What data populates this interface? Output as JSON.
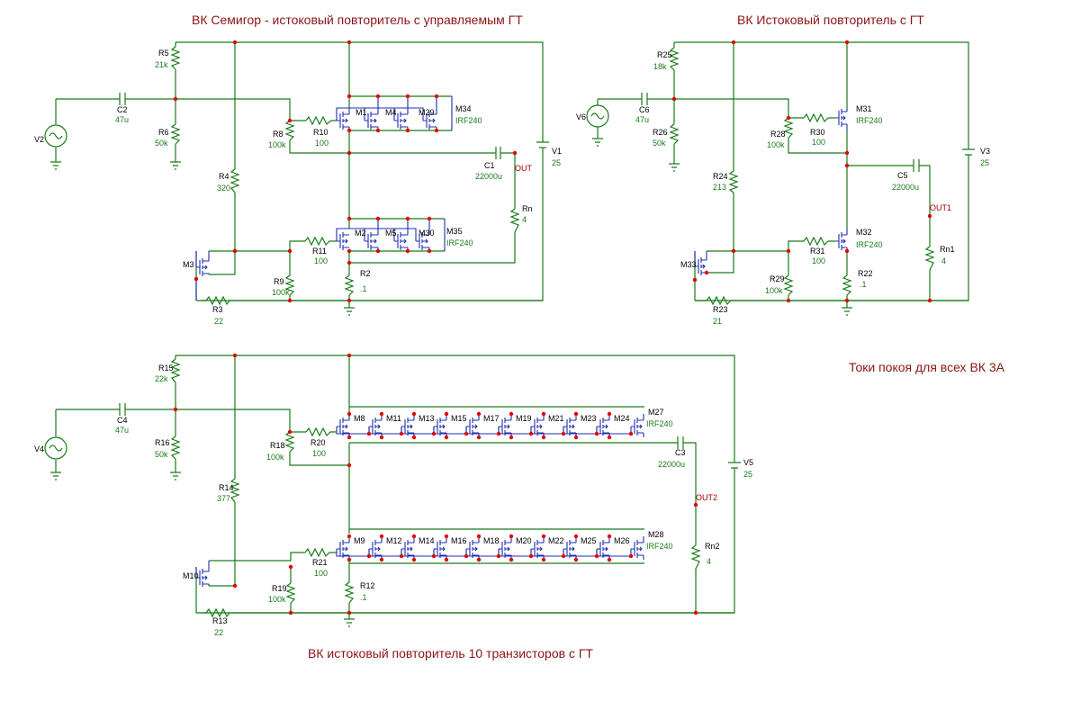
{
  "titles": {
    "t1": "ВК Семигор - истоковый повторитель с управляемым ГТ",
    "t2": "ВК Истоковый повторитель с ГТ",
    "t3": "Токи покоя для всех ВК 3А",
    "t4": "ВК истоковый повторитель 10 транзисторов с ГТ"
  },
  "c1": {
    "R5": "R5",
    "R5v": "21k",
    "C2": "C2",
    "C2v": "47u",
    "V2": "V2",
    "R6": "R6",
    "R6v": "50k",
    "R4": "R4",
    "R4v": "320",
    "R8": "R8",
    "R8v": "100k",
    "R10": "R10",
    "R10v": "100",
    "M1": "M1",
    "M4": "M4",
    "M29": "M29",
    "M34": "M34",
    "M34v": "IRF240",
    "C1": "C1",
    "C1v": "22000u",
    "OUT": "OUT",
    "V1": "V1",
    "V1v": "25",
    "Rn": "Rn",
    "Rnv": "4",
    "M2": "M2",
    "M5": "M5",
    "M30": "M30",
    "M35": "M35",
    "M35v": "IRF240",
    "R11": "R11",
    "R11v": "100",
    "M3": "M3",
    "R9": "R9",
    "R9v": "100k",
    "R2": "R2",
    "R2v": ".1",
    "R3": "R3",
    "R3v": "22"
  },
  "c2": {
    "R25": "R25",
    "R25v": "18k",
    "C6": "C6",
    "C6v": "47u",
    "V6": "V6",
    "R26": "R26",
    "R26v": "50k",
    "R28": "R28",
    "R28v": "100k",
    "R30": "R30",
    "R30v": "100",
    "M31": "M31",
    "M31v": "IRF240",
    "R24": "R24",
    "R24v": "213",
    "C5": "C5",
    "C5v": "22000u",
    "V3": "V3",
    "V3v": "25",
    "OUT1": "OUT1",
    "Rn1": "Rn1",
    "Rn1v": "4",
    "M32": "M32",
    "M32v": "IRF240",
    "R31": "R31",
    "R31v": "100",
    "M33": "M33",
    "R29": "R29",
    "R29v": "100k",
    "R22": "R22",
    "R22v": ".1",
    "R23": "R23",
    "R23v": "21"
  },
  "c3": {
    "R15": "R15",
    "R15v": "22k",
    "C4": "C4",
    "C4v": "47u",
    "V4": "V4",
    "R16": "R16",
    "R16v": "50k",
    "R18": "R18",
    "R18v": "100k",
    "R20": "R20",
    "R20v": "100",
    "top": [
      "M8",
      "M11",
      "M13",
      "M15",
      "M17",
      "M19",
      "M21",
      "M23",
      "M24"
    ],
    "M27": "M27",
    "M27v": "IRF240",
    "bot": [
      "M9",
      "M12",
      "M14",
      "M16",
      "M18",
      "M20",
      "M22",
      "M25",
      "M26"
    ],
    "M28": "M28",
    "M28v": "IRF240",
    "C3": "C3",
    "C3v": "22000u",
    "OUT2": "OUT2",
    "V5": "V5",
    "V5v": "25",
    "R14": "R14",
    "R14v": "377",
    "Rn2": "Rn2",
    "Rn2v": "4",
    "R21": "R21",
    "R21v": "100",
    "M10": "M10",
    "R19": "R19",
    "R19v": "100k",
    "R12": "R12",
    "R12v": ".1",
    "R13": "R13",
    "R13v": "22"
  }
}
